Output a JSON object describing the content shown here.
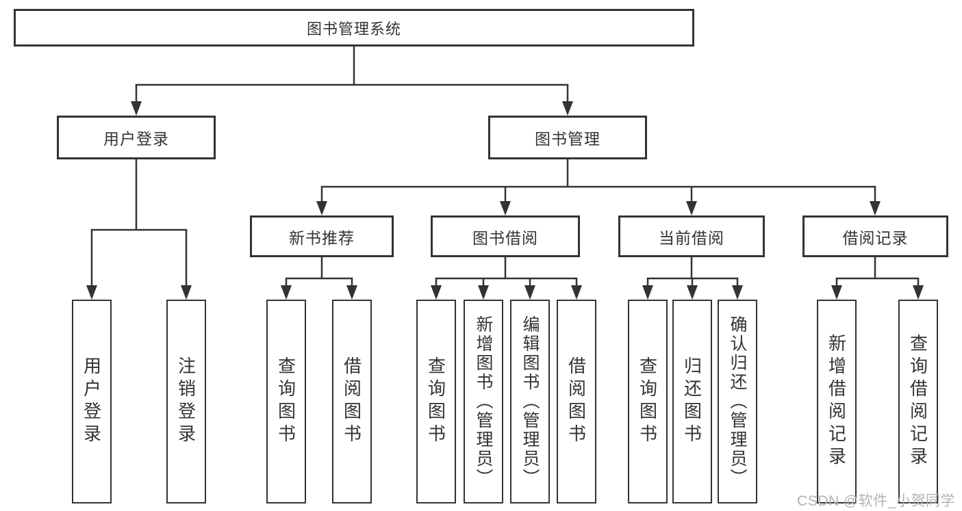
{
  "tree": {
    "label": "图书管理系统",
    "children": [
      {
        "label": "用户登录",
        "children": [
          {
            "label": "用户登录"
          },
          {
            "label": "注销登录"
          }
        ]
      },
      {
        "label": "图书管理",
        "children": [
          {
            "label": "新书推荐",
            "children": [
              {
                "label": "查询图书"
              },
              {
                "label": "借阅图书"
              }
            ]
          },
          {
            "label": "图书借阅",
            "children": [
              {
                "label": "查询图书"
              },
              {
                "label": "新增图书（管理员）"
              },
              {
                "label": "编辑图书（管理员）"
              },
              {
                "label": "借阅图书"
              }
            ]
          },
          {
            "label": "当前借阅",
            "children": [
              {
                "label": "查询图书"
              },
              {
                "label": "归还图书"
              },
              {
                "label": "确认归还（管理员）"
              }
            ]
          },
          {
            "label": "借阅记录",
            "children": [
              {
                "label": "新增借阅记录"
              },
              {
                "label": "查询借阅记录"
              }
            ]
          }
        ]
      }
    ]
  },
  "watermark": {
    "text": "CSDN @软件_小贺同学"
  },
  "colors": {
    "line": "#333333",
    "text": "#333333",
    "box_fill": "#ffffff",
    "background": "#ffffff",
    "watermark": "#b3b3b3"
  }
}
